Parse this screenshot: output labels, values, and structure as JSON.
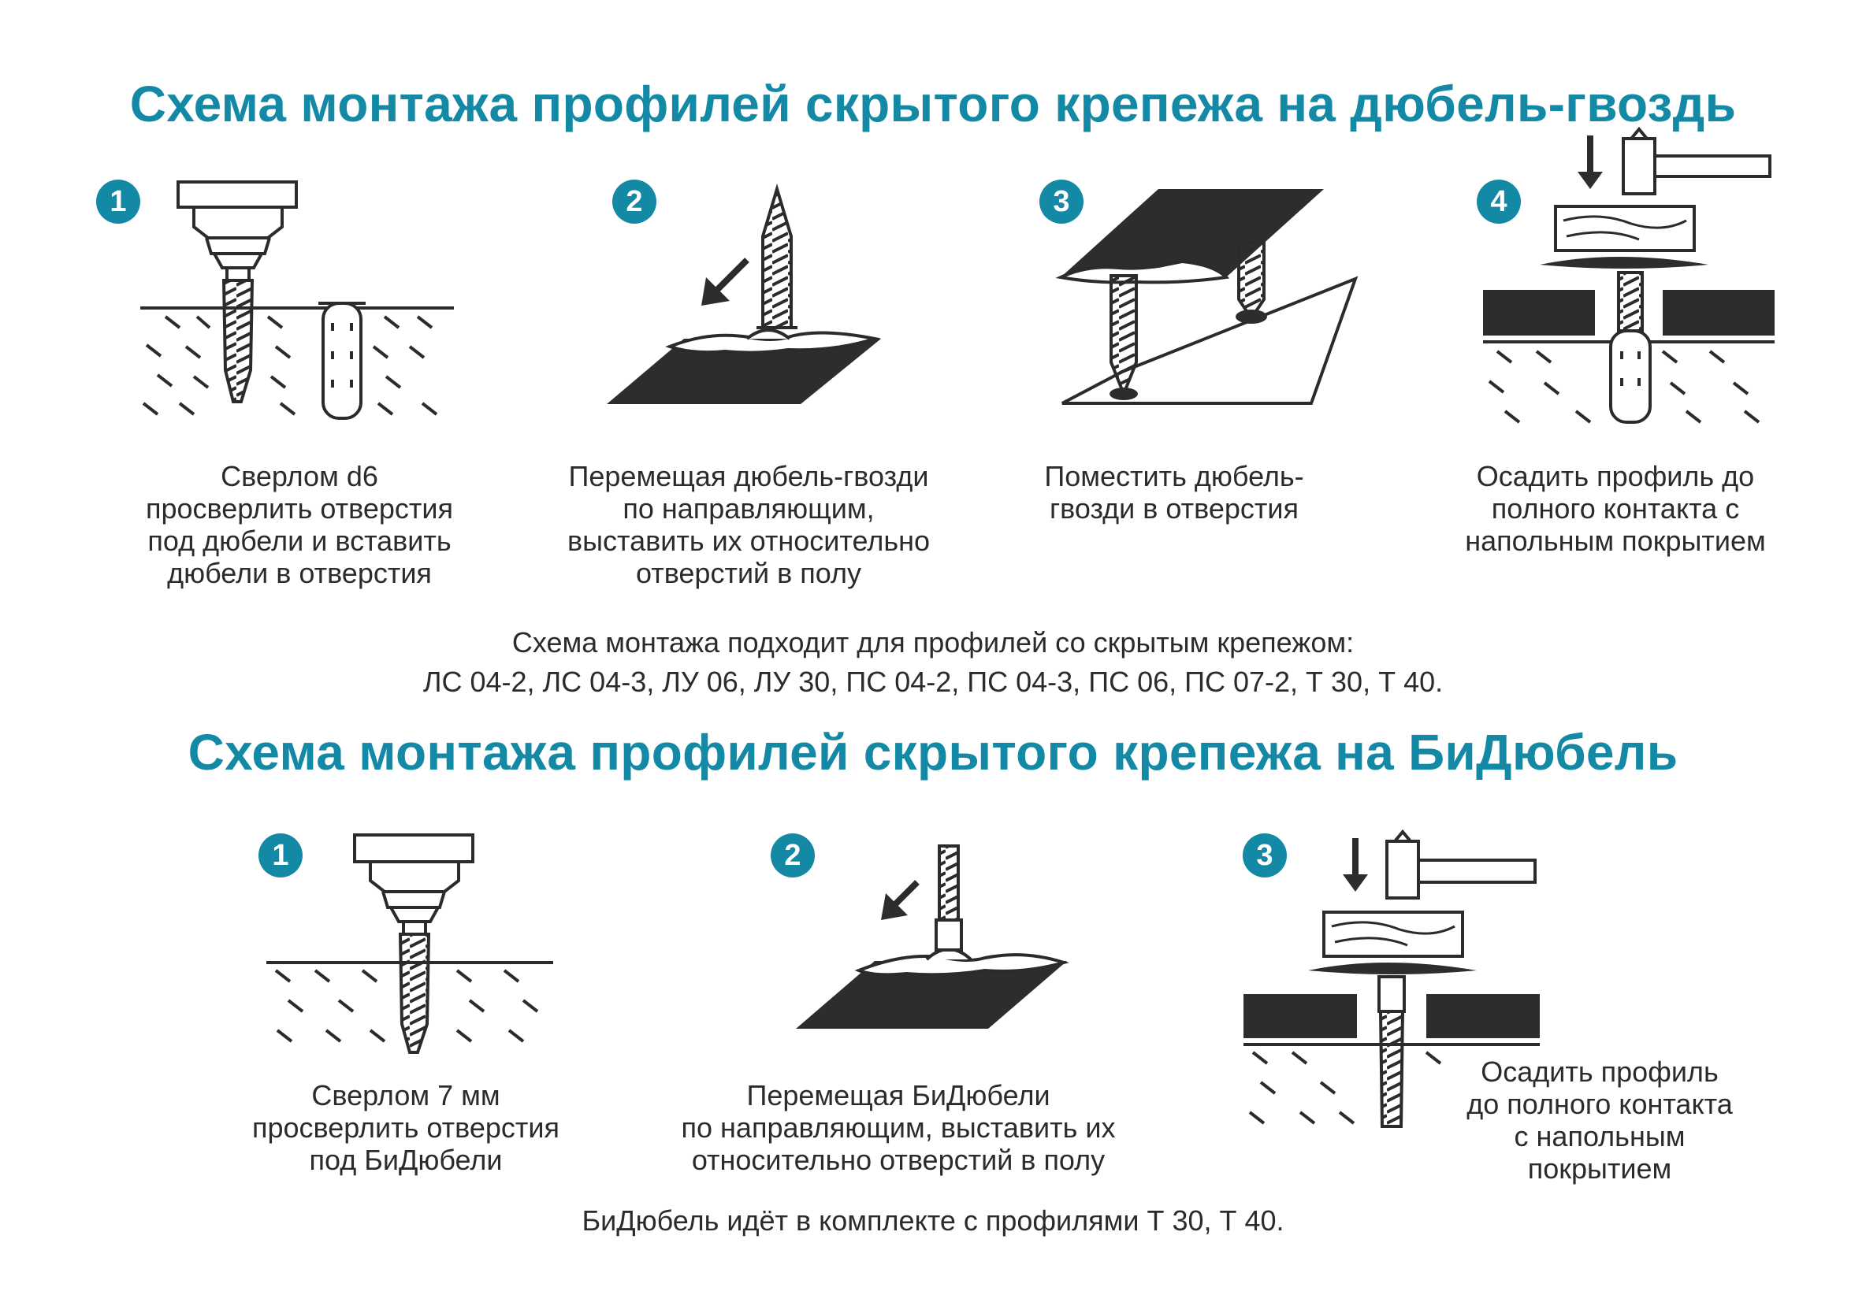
{
  "section1": {
    "title": "Схема монтажа профилей скрытого крепежа на дюбель-гвоздь",
    "steps": [
      {
        "number": "1",
        "caption": "Сверлом d6\nпросверлить отверстия\nпод дюбели и вставить\nдюбели в отверстия"
      },
      {
        "number": "2",
        "caption": "Перемещая дюбель-гвозди\nпо направляющим,\nвыставить их относительно\nотверстий в полу"
      },
      {
        "number": "3",
        "caption": "Поместить дюбель-\nгвозди в отверстия"
      },
      {
        "number": "4",
        "caption": "Осадить профиль до\nполного контакта с\nнапольным покрытием"
      }
    ],
    "note_line1": "Схема монтажа подходит для профилей со скрытым крепежом:",
    "note_line2": "ЛС 04-2, ЛС 04-3, ЛУ 06, ЛУ 30, ПС 04-2, ПС 04-3, ПС 06, ПС 07-2, Т 30, Т 40."
  },
  "section2": {
    "title": "Схема монтажа профилей скрытого крепежа на БиДюбель",
    "steps": [
      {
        "number": "1",
        "caption": "Сверлом 7 мм\nпросверлить отверстия\nпод БиДюбели"
      },
      {
        "number": "2",
        "caption": "Перемещая БиДюбели\nпо направляющим, выставить их\nотносительно отверстий в полу"
      },
      {
        "number": "3",
        "caption": "Осадить профиль\nдо полного контакта\nс напольным\nпокрытием"
      }
    ],
    "note": "БиДюбель идёт в комплекте с профилями Т 30, Т 40."
  },
  "colors": {
    "accent": "#1489a5",
    "ink": "#2b2b2b",
    "fill_dark": "#2d2d2d"
  }
}
